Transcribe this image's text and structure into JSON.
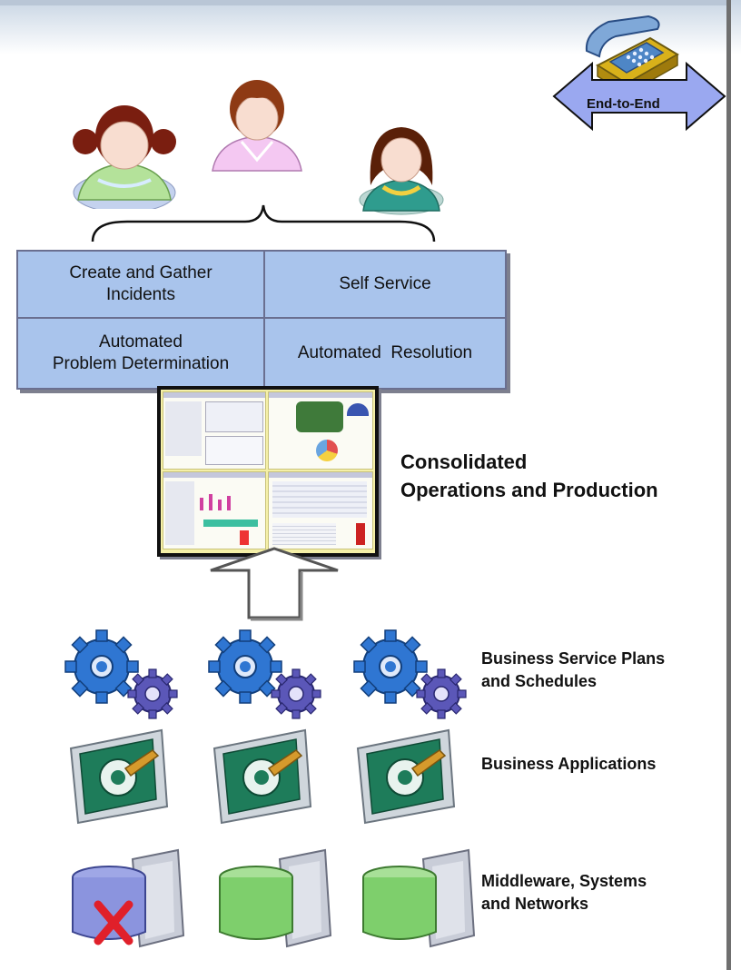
{
  "end_to_end": {
    "label": "End-to-End"
  },
  "service_grid": {
    "cells": [
      "Create and Gather Incidents",
      "Self Service",
      "Automated Problem Determination",
      "Automated  Resolution"
    ],
    "cell_lines": [
      [
        "Create and Gather",
        "Incidents"
      ],
      [
        "Self Service"
      ],
      [
        "Automated",
        "Problem Determination"
      ],
      [
        "Automated  Resolution"
      ]
    ]
  },
  "consolidated": {
    "line1": "Consolidated",
    "line2": "Operations and Production"
  },
  "layers": [
    {
      "line1": "Business Service Plans",
      "line2": "and Schedules"
    },
    {
      "line1": "Business Applications"
    },
    {
      "line1": "Middleware, Systems",
      "line2": "and Networks"
    }
  ],
  "colors": {
    "box_fill": "#a9c4ec",
    "arrow_fill": "#9aa8f0",
    "gear_blue": "#2f76d2",
    "gear_purple": "#5b57b8",
    "db_green": "#7ecf6c",
    "error_red": "#e0202a"
  }
}
